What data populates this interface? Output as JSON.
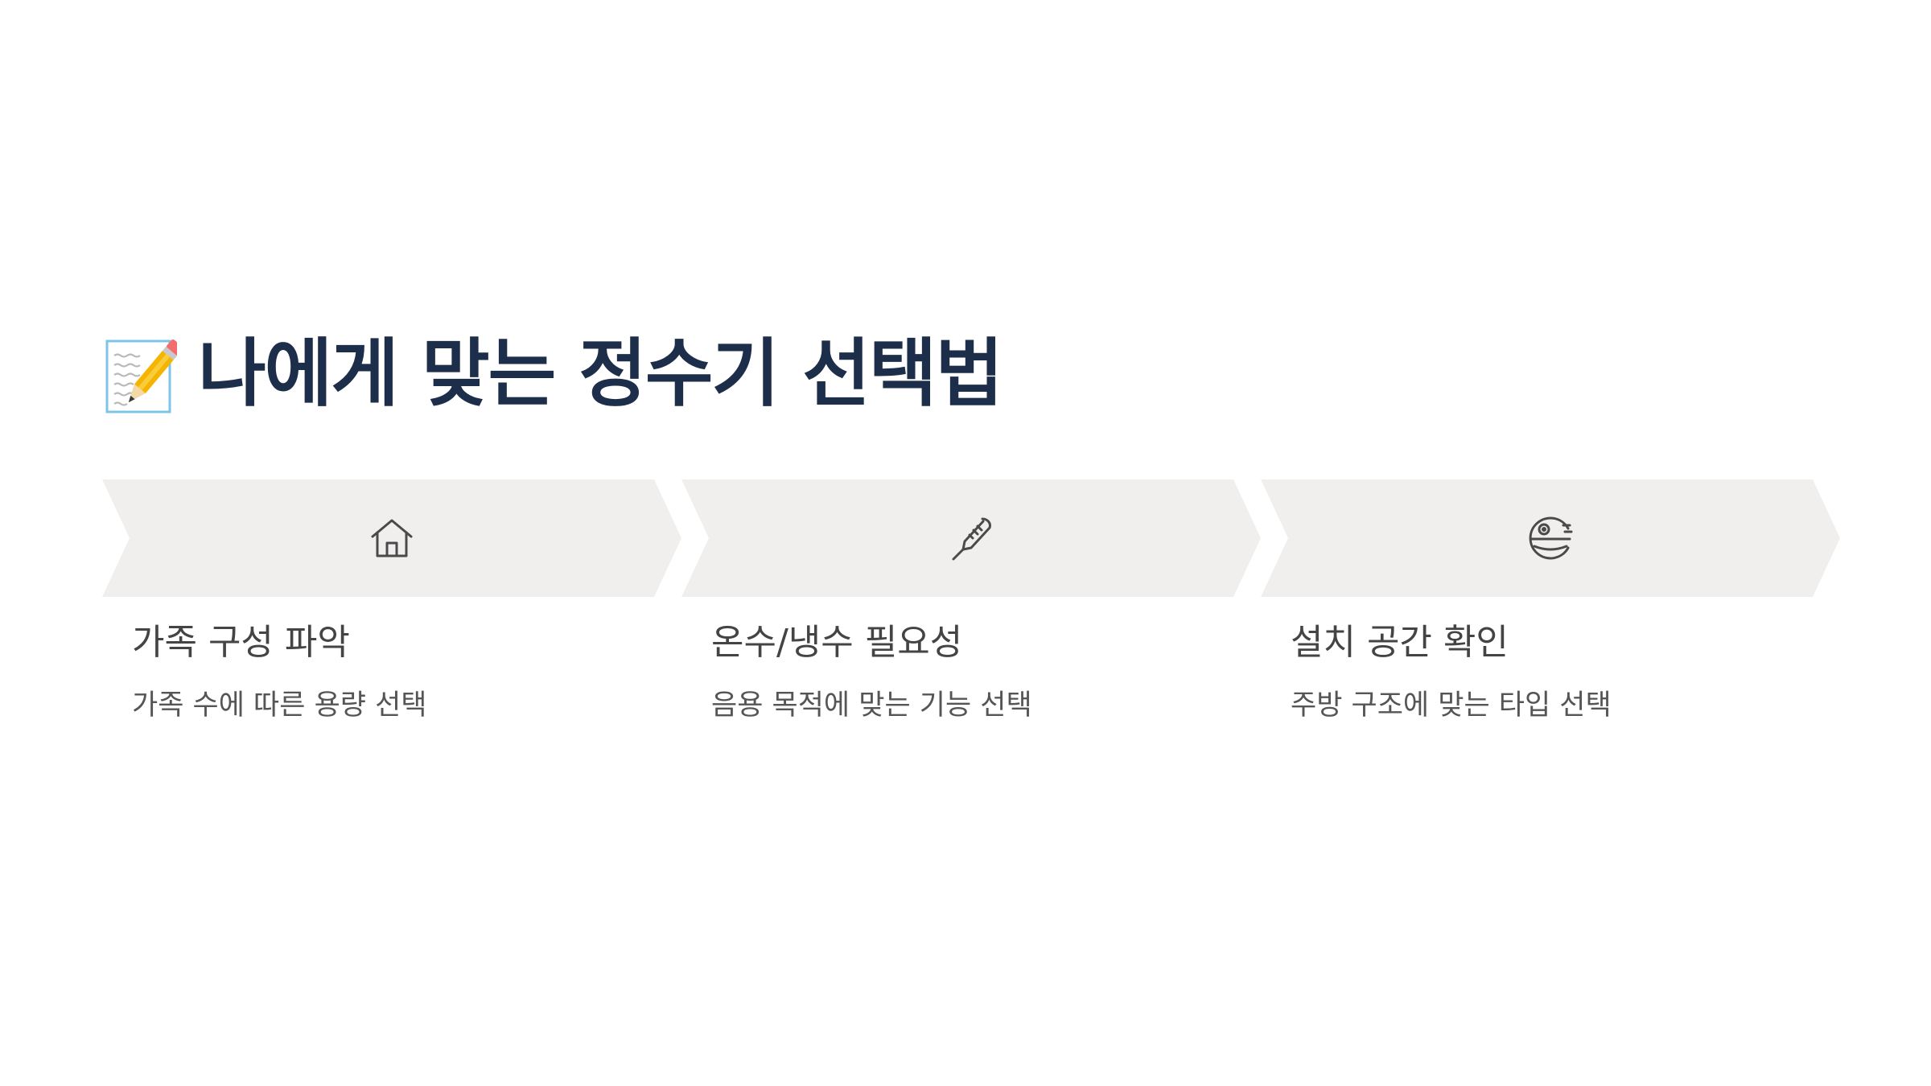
{
  "title": {
    "emoji_icon": "memo-pencil-icon",
    "text": "나에게 맞는 정수기 선택법"
  },
  "colors": {
    "title": "#1c2e4a",
    "chevron_fill": "#f1efee",
    "icon_stroke": "#4a4a4a",
    "step_title": "#444444",
    "step_desc": "#555555"
  },
  "steps": [
    {
      "icon": "house-icon",
      "title": "가족 구성 파악",
      "description": "가족 수에 따른 용량 선택"
    },
    {
      "icon": "thermometer-icon",
      "title": "온수/냉수 필요성",
      "description": "음용 목적에 맞는 기능 선택"
    },
    {
      "icon": "space-station-icon",
      "title": "설치 공간 확인",
      "description": "주방 구조에 맞는 타입 선택"
    }
  ]
}
